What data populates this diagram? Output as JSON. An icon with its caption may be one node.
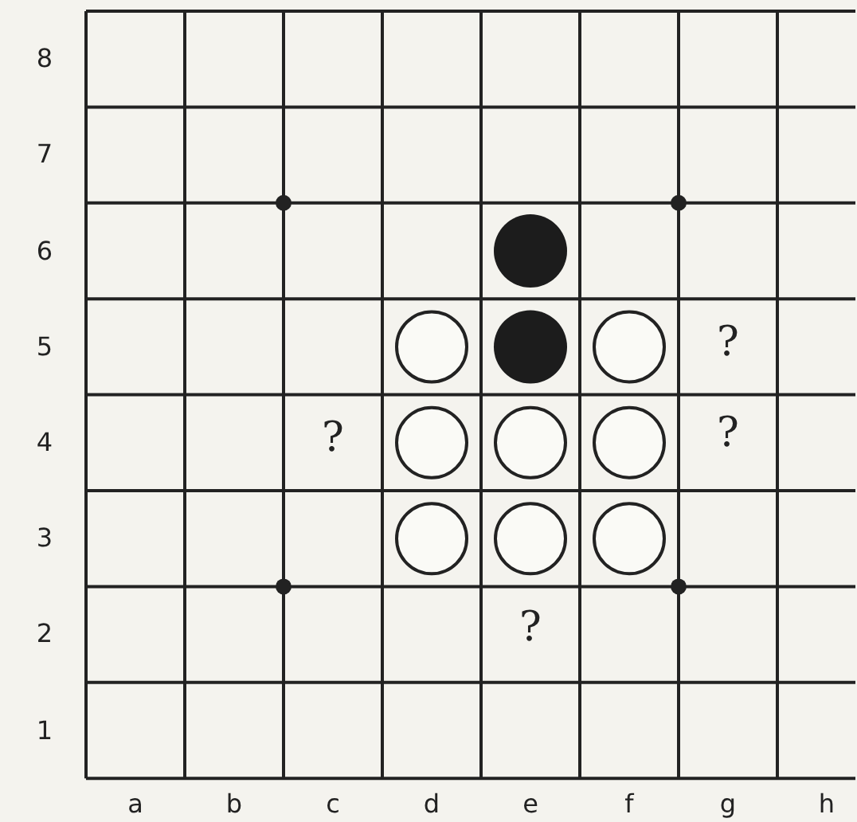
{
  "diagram": {
    "labels": [
      "8",
      "7",
      "6",
      "5",
      "?",
      "4",
      "?",
      "?",
      "3",
      "2",
      "?",
      "1",
      "a",
      "b",
      "c",
      "d",
      "e",
      "f",
      "g",
      "h"
    ]
  }
}
